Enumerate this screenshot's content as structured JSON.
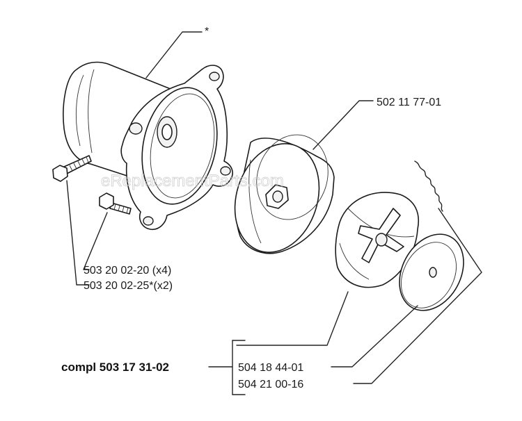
{
  "watermark": "eReplacementParts.com",
  "labels": {
    "asterisk": "*",
    "drum": "502 11 77-01",
    "bolt_x4": "503 20 02-20 (x4)",
    "bolt_x2": "503 20 02-25*(x2)",
    "assembly": "compl 503 17 31-02",
    "shoes": "504 18 44-01",
    "washer": "504 21 00-16"
  }
}
